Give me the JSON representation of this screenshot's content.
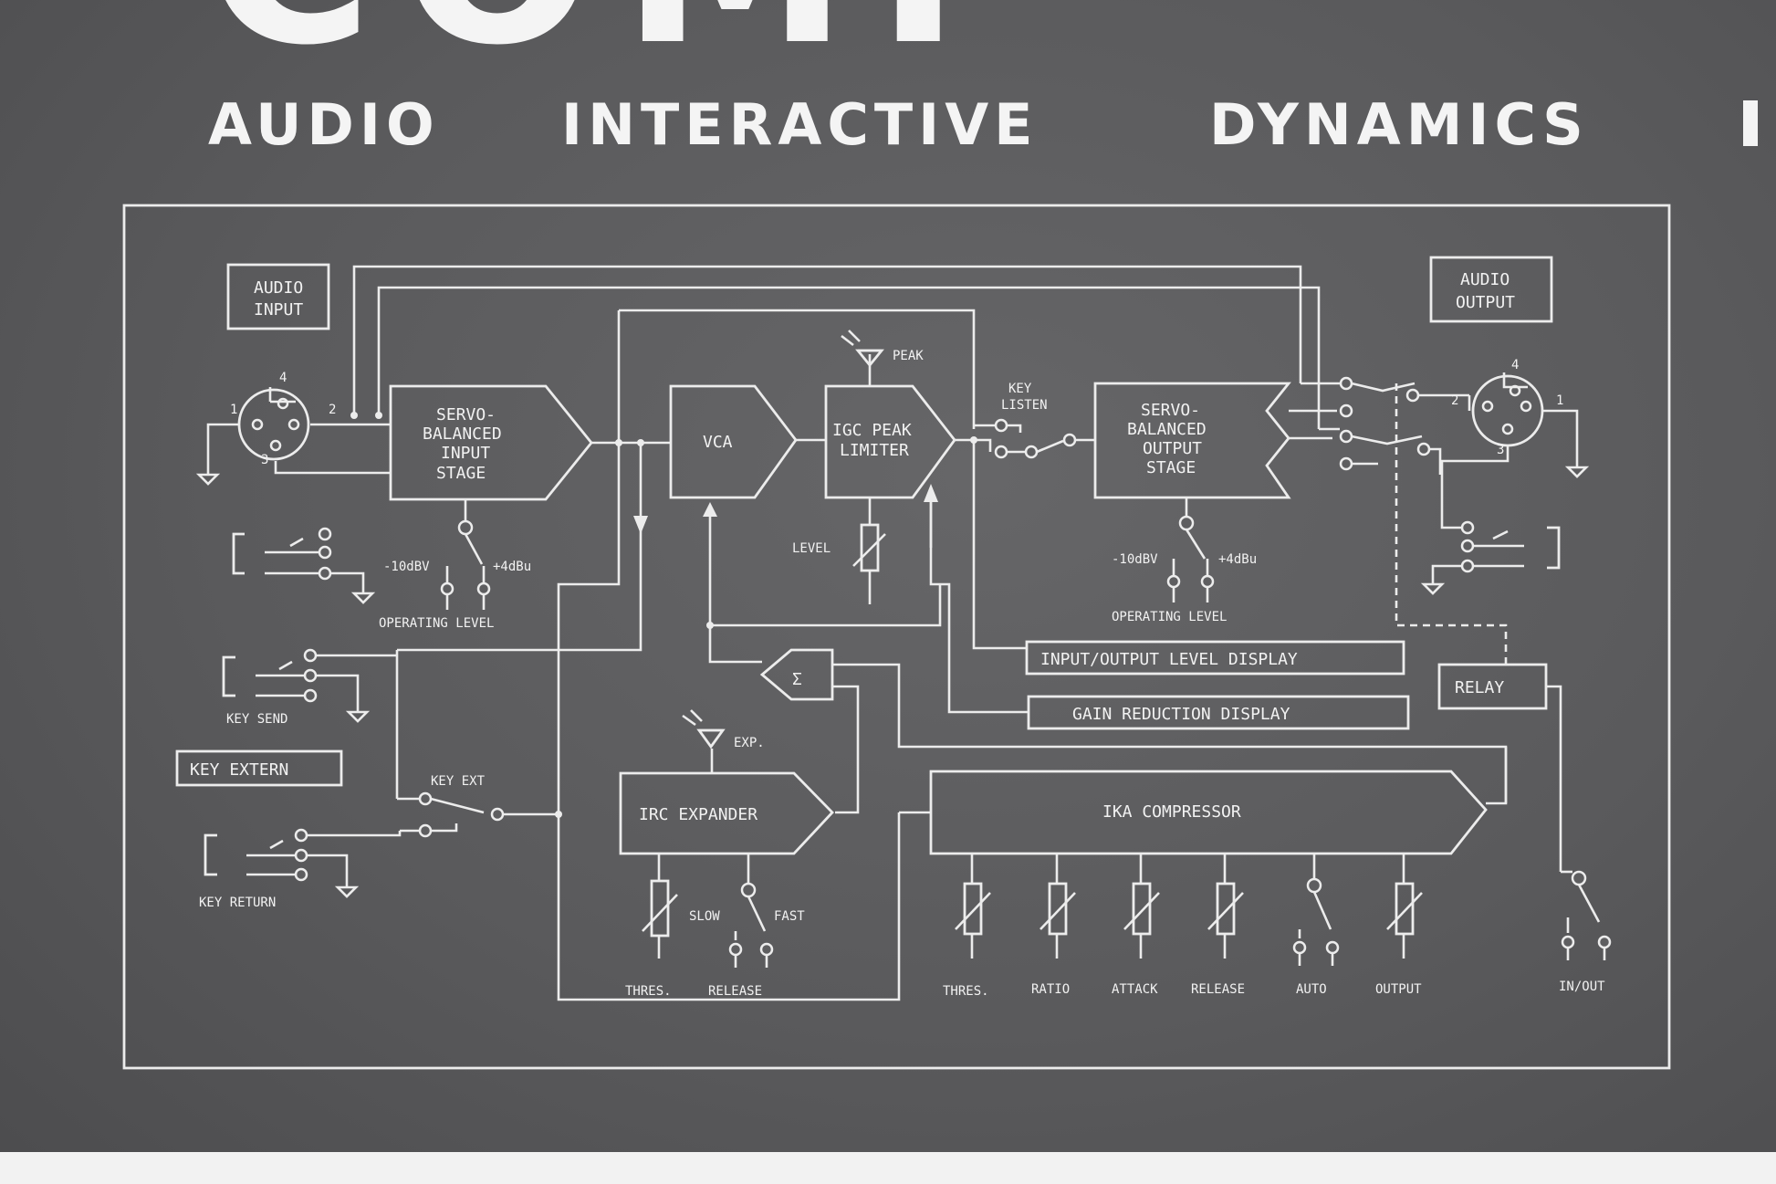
{
  "brand": {
    "logo_text": "COMP"
  },
  "subtitle": [
    "AUDIO",
    "INTERACTIVE",
    "DYNAMICS"
  ],
  "labels": {
    "audio_input_1": "AUDIO",
    "audio_input_2": "INPUT",
    "audio_output_1": "AUDIO",
    "audio_output_2": "OUTPUT",
    "servo_in_1": "SERVO-",
    "servo_in_2": "BALANCED",
    "servo_in_3": "INPUT",
    "servo_in_4": "STAGE",
    "vca": "VCA",
    "igc_1": "IGC PEAK",
    "igc_2": "LIMITER",
    "peak": "PEAK",
    "key_listen_1": "KEY",
    "key_listen_2": "LISTEN",
    "servo_out_1": "SERVO-",
    "servo_out_2": "BALANCED",
    "servo_out_3": "OUTPUT",
    "servo_out_4": "STAGE",
    "level": "LEVEL",
    "in_minus10": "-10dBV",
    "in_plus4": "+4dBu",
    "out_minus10": "-10dBV",
    "out_plus4": "+4dBu",
    "in_operating_level": "OPERATING LEVEL",
    "out_operating_level": "OPERATING LEVEL",
    "io_level_display": "INPUT/OUTPUT LEVEL DISPLAY",
    "gain_reduction_display": "GAIN REDUCTION DISPLAY",
    "sigma": "Σ",
    "relay": "RELAY",
    "key_send": "KEY SEND",
    "key_extern": "KEY EXTERN",
    "key_ext": "KEY EXT",
    "key_return": "KEY RETURN",
    "irc_expander": "IRC EXPANDER",
    "exp": "EXP.",
    "slow": "SLOW",
    "fast": "FAST",
    "irc_thres": "THRES.",
    "irc_release": "RELEASE",
    "ika_compressor": "IKA COMPRESSOR",
    "ika_thres": "THRES.",
    "ika_ratio": "RATIO",
    "ika_attack": "ATTACK",
    "ika_release": "RELEASE",
    "ika_auto": "AUTO",
    "ika_output": "OUTPUT",
    "in_out": "IN/OUT",
    "pin_in_1": "1",
    "pin_in_2": "2",
    "pin_in_3": "3",
    "pin_in_4": "4",
    "pin_out_1": "1",
    "pin_out_2": "2",
    "pin_out_3": "3",
    "pin_out_4": "4"
  },
  "colors": {
    "panel": "#58585a",
    "print": "#ececec"
  }
}
